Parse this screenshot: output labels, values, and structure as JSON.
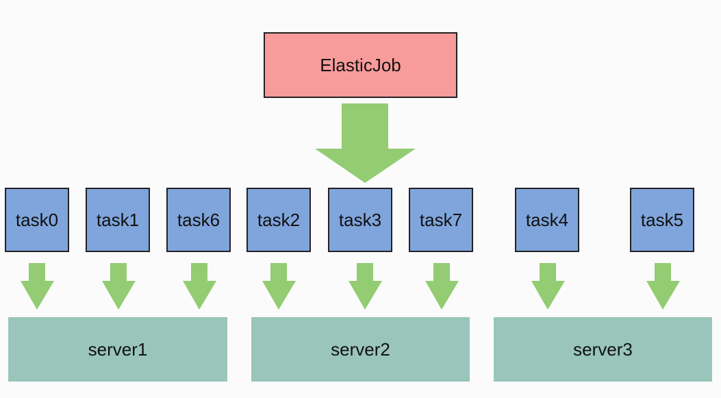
{
  "diagram": {
    "root": {
      "label": "ElasticJob"
    },
    "tasks": [
      {
        "label": "task0"
      },
      {
        "label": "task1"
      },
      {
        "label": "task6"
      },
      {
        "label": "task2"
      },
      {
        "label": "task3"
      },
      {
        "label": "task7"
      },
      {
        "label": "task4"
      },
      {
        "label": "task5"
      }
    ],
    "servers": [
      {
        "label": "server1"
      },
      {
        "label": "server2"
      },
      {
        "label": "server3"
      }
    ]
  },
  "colors": {
    "job_fill": "#f89b9b",
    "task_fill": "#7fa5dc",
    "server_fill": "#99c5bb",
    "arrow_fill": "#93cc72",
    "border": "#222222"
  }
}
